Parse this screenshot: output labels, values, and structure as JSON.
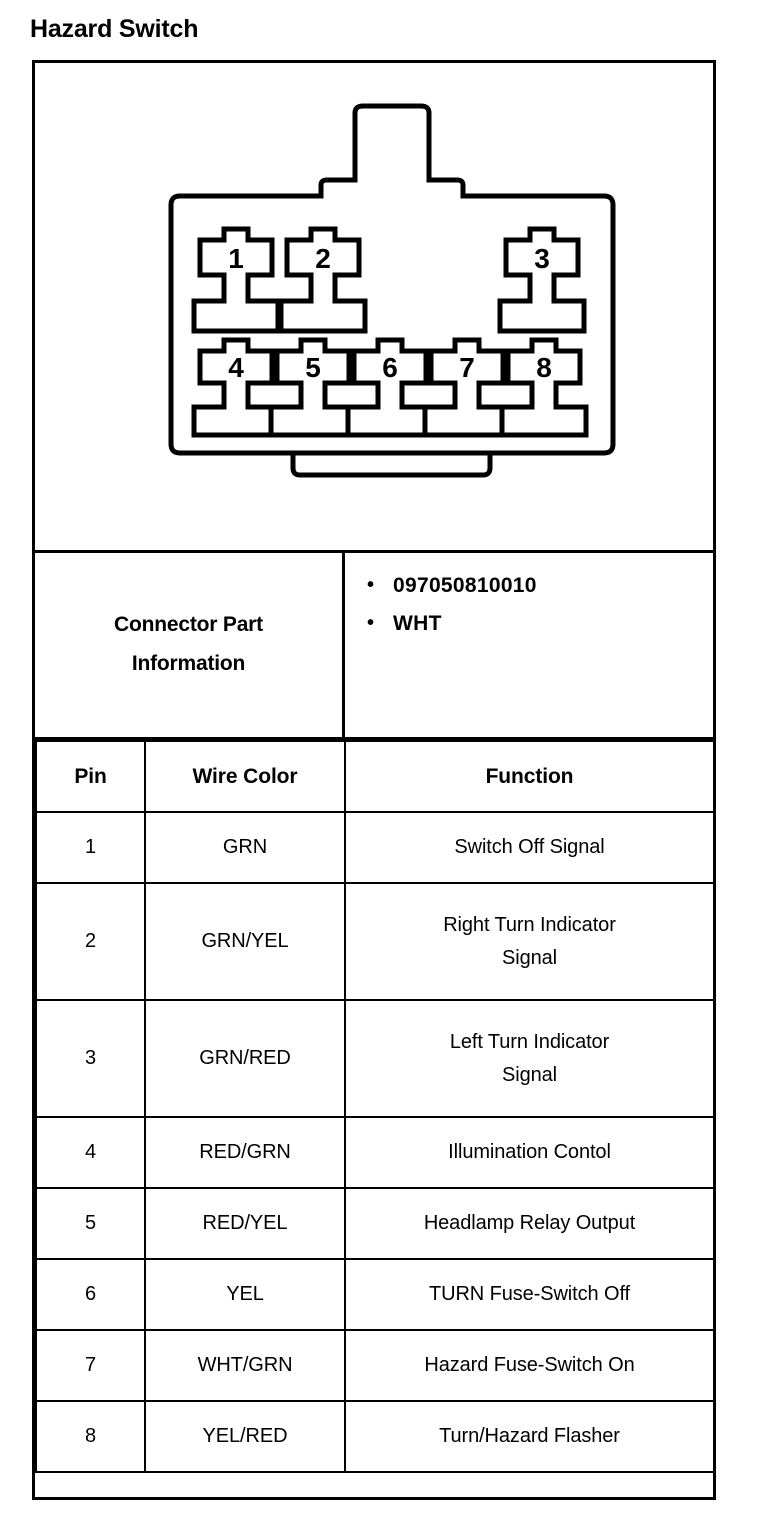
{
  "document": {
    "title": "Hazard Switch"
  },
  "connector_diagram": {
    "name": "hazard-switch-connector",
    "top_row_pins": [
      "1",
      "2",
      "3"
    ],
    "bottom_row_pins": [
      "4",
      "5",
      "6",
      "7",
      "8"
    ],
    "outline_color": "#000000",
    "fill_color": "#ffffff"
  },
  "part_info": {
    "label_line1": "Connector Part",
    "label_line2": "Information",
    "bullet_glyph": "•",
    "values": [
      "097050810010",
      "WHT"
    ]
  },
  "pin_table": {
    "headers": [
      "Pin",
      "Wire Color",
      "Function"
    ],
    "rows": [
      {
        "pin": "1",
        "wire_color": "GRN",
        "function": "Switch Off Signal",
        "function_line1": "Switch Off Signal",
        "function_line2": ""
      },
      {
        "pin": "2",
        "wire_color": "GRN/YEL",
        "function": "Right Turn Indicator Signal",
        "function_line1": "Right Turn Indicator",
        "function_line2": "Signal"
      },
      {
        "pin": "3",
        "wire_color": "GRN/RED",
        "function": "Left Turn Indicator Signal",
        "function_line1": "Left Turn Indicator",
        "function_line2": "Signal"
      },
      {
        "pin": "4",
        "wire_color": "RED/GRN",
        "function": "Illumination Contol",
        "function_line1": "Illumination Contol",
        "function_line2": ""
      },
      {
        "pin": "5",
        "wire_color": "RED/YEL",
        "function": "Headlamp Relay Output",
        "function_line1": "Headlamp Relay Output",
        "function_line2": ""
      },
      {
        "pin": "6",
        "wire_color": "YEL",
        "function": "TURN Fuse-Switch Off",
        "function_line1": "TURN Fuse-Switch Off",
        "function_line2": ""
      },
      {
        "pin": "7",
        "wire_color": "WHT/GRN",
        "function": "Hazard Fuse-Switch On",
        "function_line1": "Hazard Fuse-Switch On",
        "function_line2": ""
      },
      {
        "pin": "8",
        "wire_color": "YEL/RED",
        "function": "Turn/Hazard Flasher",
        "function_line1": "Turn/Hazard Flasher",
        "function_line2": ""
      }
    ]
  }
}
